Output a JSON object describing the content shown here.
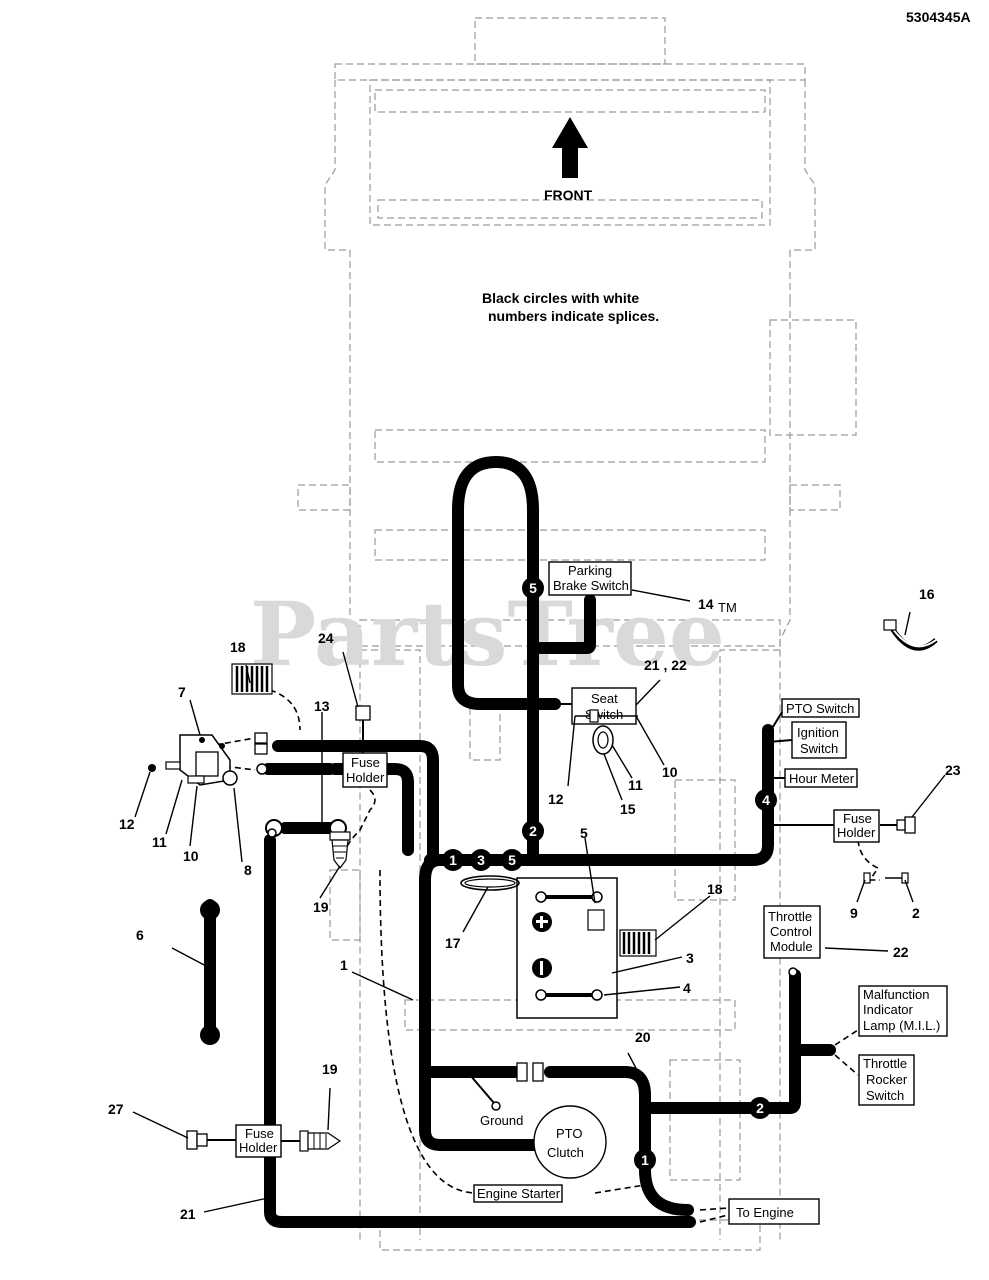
{
  "doc_number": "5304345A",
  "front_label": "FRONT",
  "note_line1": "Black circles with white",
  "note_line2": "numbers indicate splices.",
  "watermark": "PartsTree",
  "watermark_tm": "TM",
  "boxes": {
    "parking_brake_1": "Parking",
    "parking_brake_2": "Brake Switch",
    "seat_1": "Seat",
    "seat_2": "Switch",
    "pto_switch": "PTO Switch",
    "ignition_1": "Ignition",
    "ignition_2": "Switch",
    "hour_meter": "Hour Meter",
    "fuse_holder_1": "Fuse",
    "fuse_holder_2": "Holder",
    "throttle_1": "Throttle",
    "throttle_2": "Control",
    "throttle_3": "Module",
    "mil_1": "Malfunction",
    "mil_2": "Indicator",
    "mil_3": "Lamp (M.I.L.)",
    "rocker_1": "Throttle",
    "rocker_2": "Rocker",
    "rocker_3": "Switch",
    "pto_clutch_1": "PTO",
    "pto_clutch_2": "Clutch",
    "ground": "Ground",
    "engine_starter": "Engine Starter",
    "to_engine": "To Engine"
  },
  "splices": [
    "1",
    "2",
    "3",
    "4",
    "5"
  ],
  "callouts": {
    "c1": "1",
    "c2": "2",
    "c3": "3",
    "c4": "4",
    "c5": "5",
    "c6": "6",
    "c7": "7",
    "c8": "8",
    "c9": "9",
    "c10": "10",
    "c11": "11",
    "c12": "12",
    "c13": "13",
    "c14": "14",
    "c15": "15",
    "c16": "16",
    "c17": "17",
    "c18": "18",
    "c19": "19",
    "c20": "20",
    "c21": "21",
    "c21_22": "21 , 22",
    "c22": "22",
    "c23": "23",
    "c24": "24",
    "c27": "27"
  }
}
